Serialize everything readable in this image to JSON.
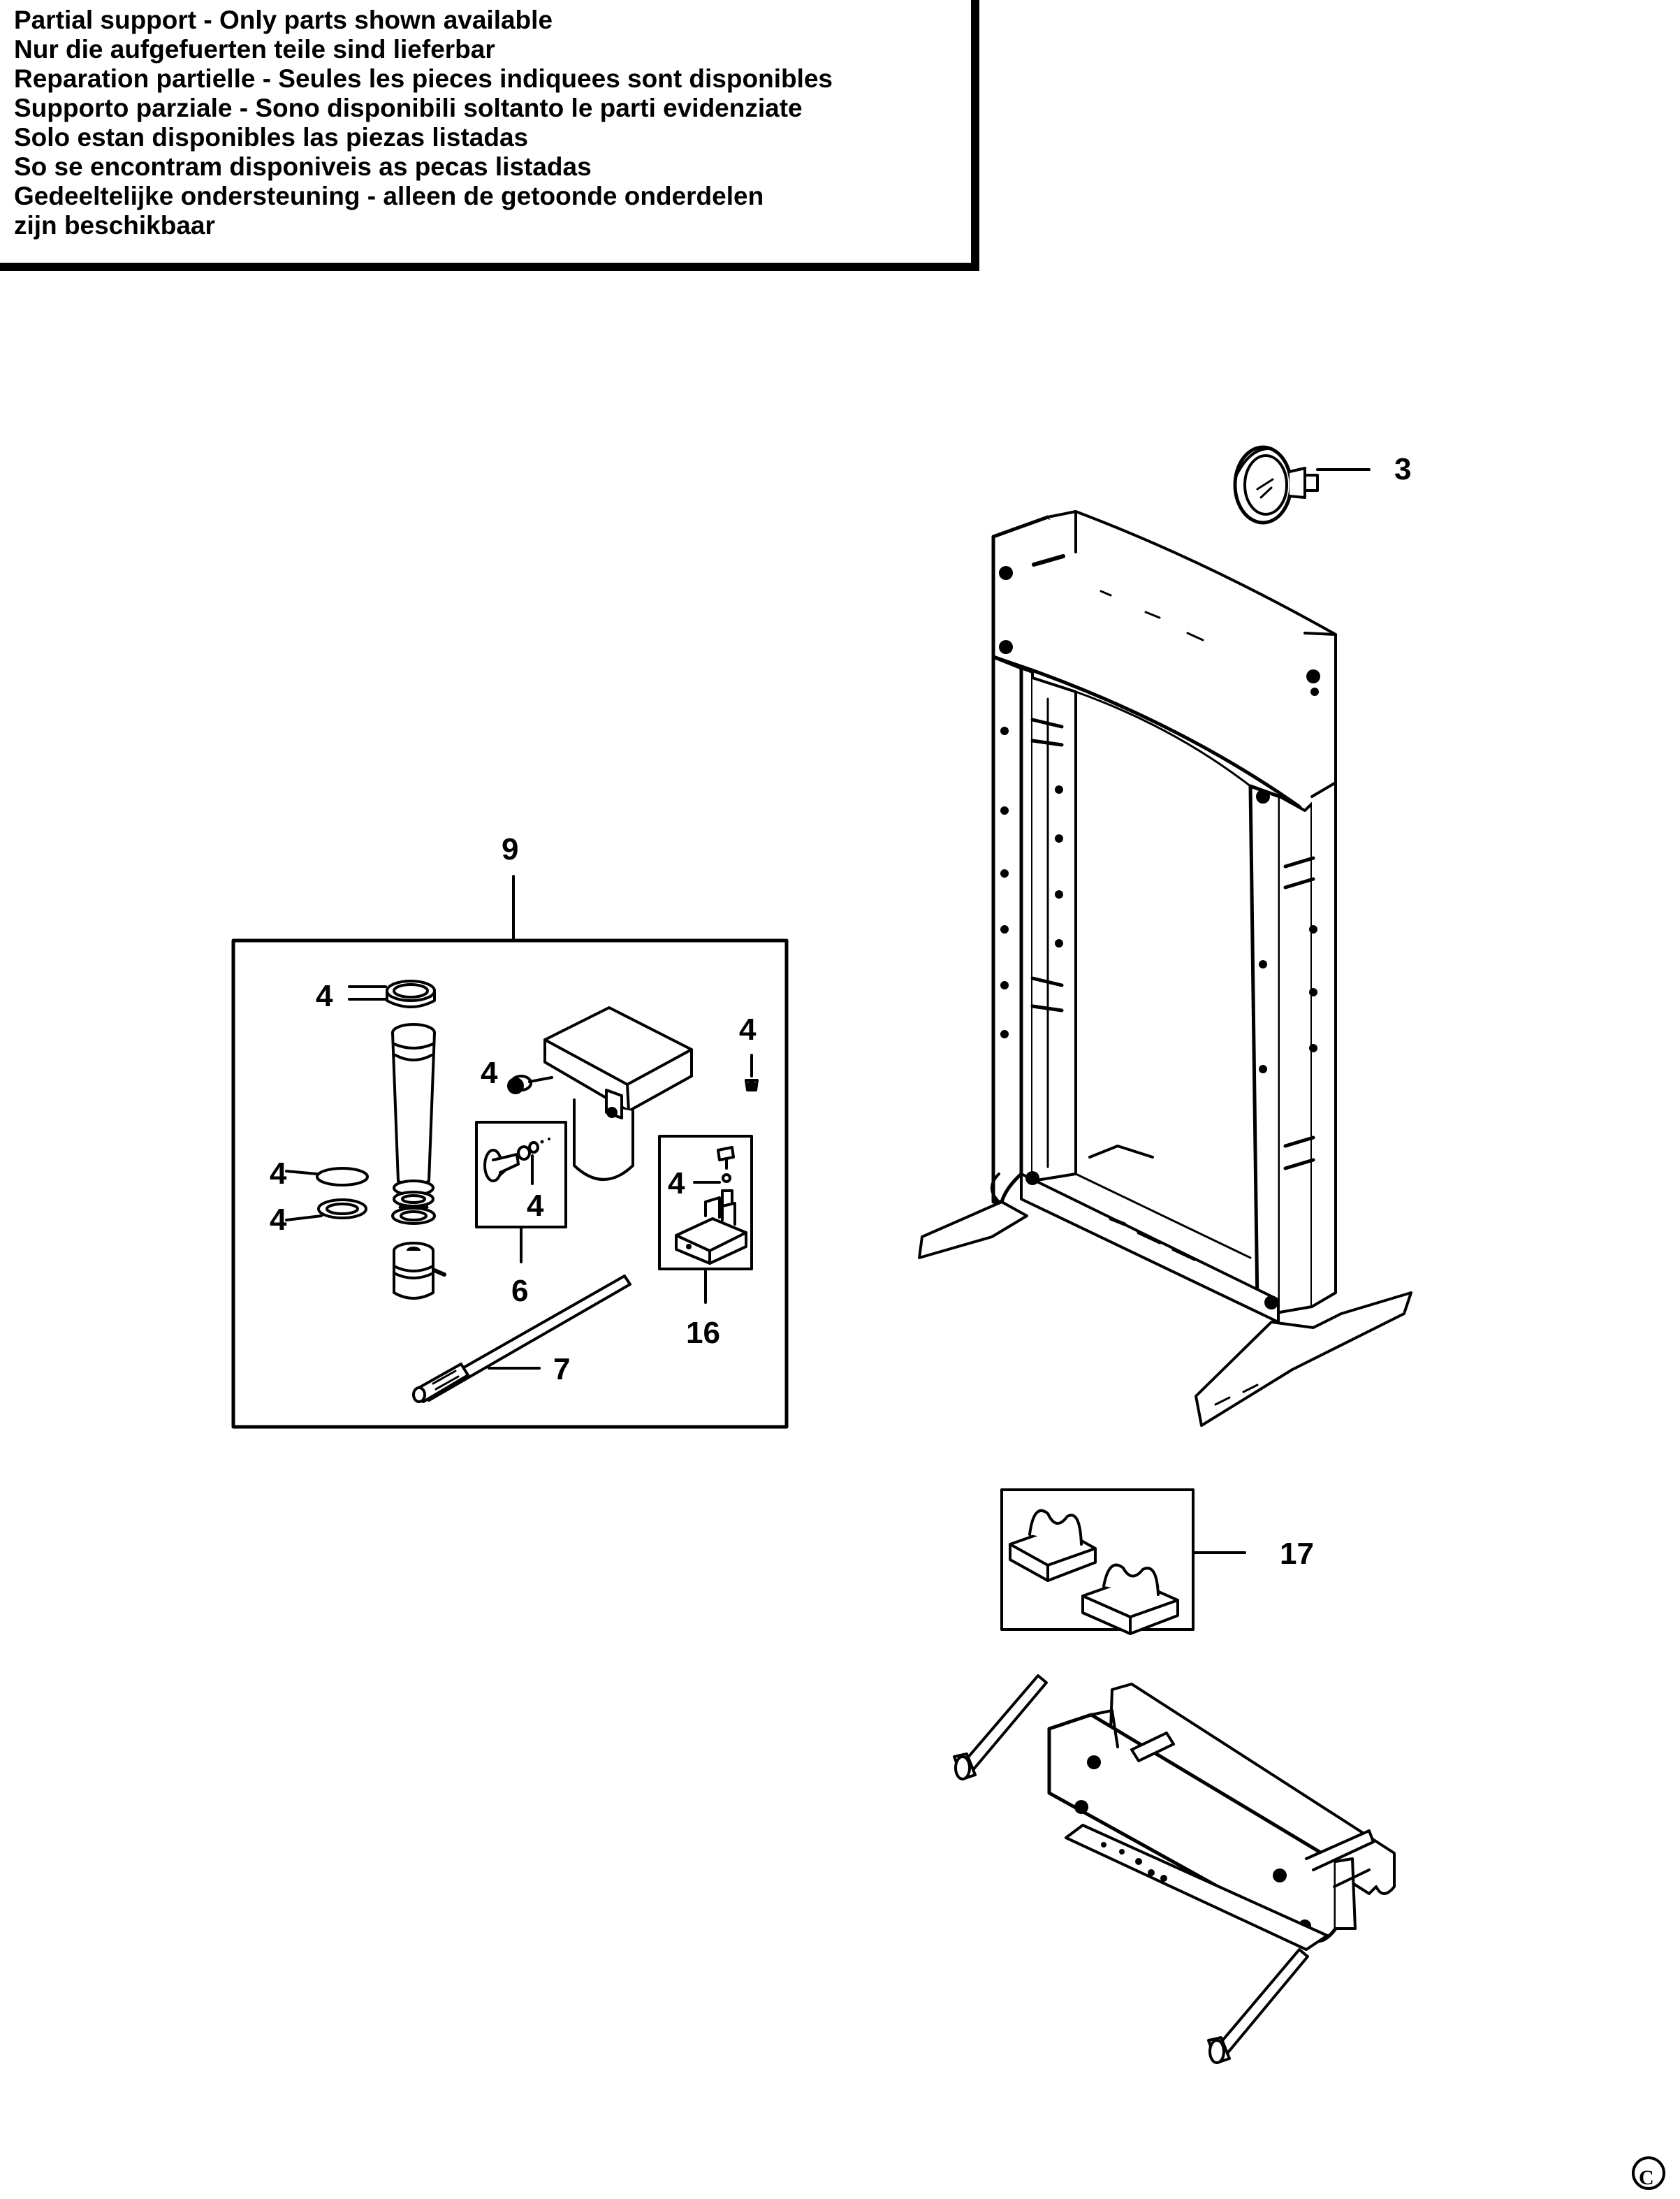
{
  "notice": {
    "lines": [
      "Partial support - Only parts shown available",
      "Nur die aufgefuerten teile sind lieferbar",
      "Reparation partielle - Seules les pieces indiquees sont disponibles",
      "Supporto parziale - Sono disponibili soltanto le parti evidenziate",
      "Solo estan disponibles las piezas listadas",
      "So se encontram disponiveis as pecas listadas",
      "Gedeeltelijke ondersteuning - alleen de getoonde onderdelen",
      "zijn beschikbaar"
    ]
  },
  "callouts": {
    "gauge": "3",
    "pump_assembly": "9",
    "seal_top": "4",
    "seal_body": "4",
    "screw_right": "4",
    "ring_upper": "4",
    "ring_lower": "4",
    "knob_washer": "4",
    "valve_screw": "4",
    "knob_valve": "6",
    "handle": "7",
    "valve_block": "16",
    "v_blocks": "17"
  },
  "copyright": "©"
}
